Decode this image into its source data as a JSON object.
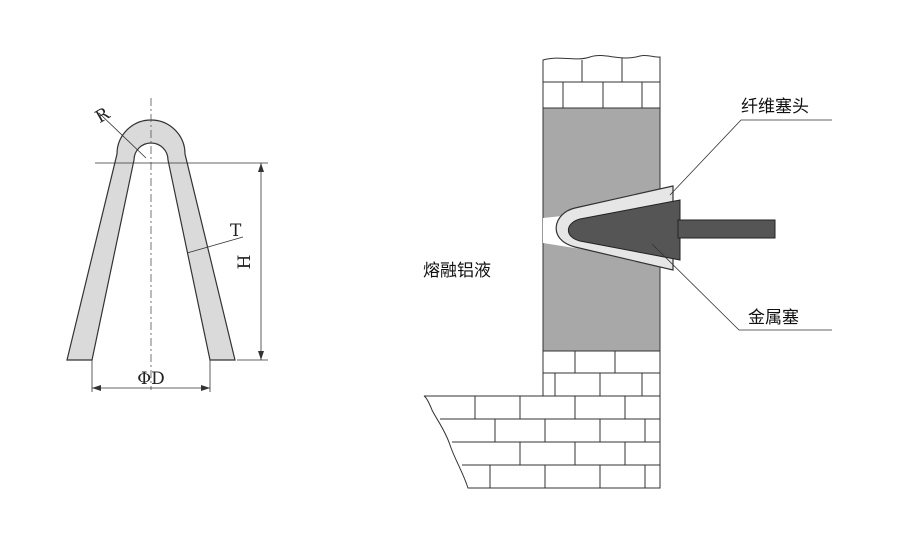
{
  "left_diagram": {
    "label_radius": "R",
    "label_thickness": "T",
    "label_height": "H",
    "label_diameter": "ΦD"
  },
  "right_diagram": {
    "label_fiber_plug_head": "纤维塞头",
    "label_metal_plug": "金属塞",
    "label_molten_aluminum": "熔融铝液"
  },
  "colors": {
    "plug_fill": "#dadada",
    "molten_fill": "#a8a8a8",
    "metal_plug_fill": "#555555",
    "line": "#333333"
  }
}
